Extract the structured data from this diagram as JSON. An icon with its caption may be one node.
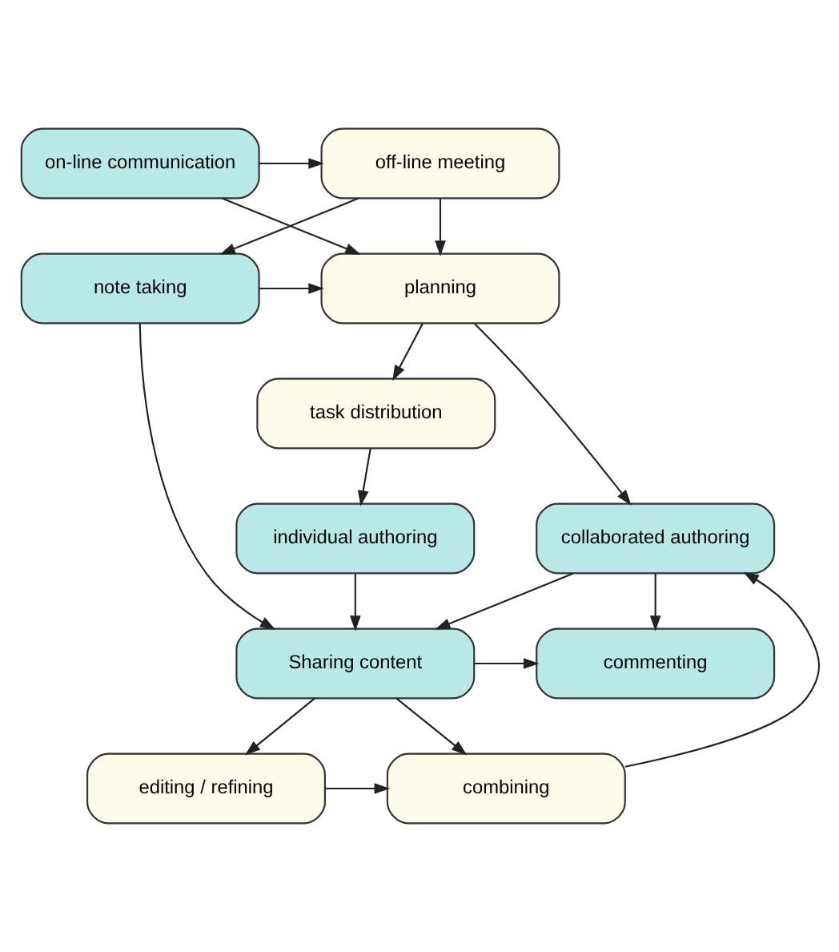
{
  "diagram": {
    "nodes": [
      {
        "text": [
          "off-line meeting"
        ]
      },
      {
        "text": [
          "on-line communication"
        ]
      },
      {
        "text": [
          "note taking"
        ]
      },
      {
        "text": [
          "planning"
        ]
      },
      {
        "text": [
          "task distribution"
        ]
      },
      {
        "text": [
          "collaborated authoring"
        ]
      },
      {
        "text": [
          "individual authoring"
        ]
      },
      {
        "text": [
          "Sharing content"
        ]
      },
      {
        "text": [
          "commenting"
        ]
      },
      {
        "text": [
          "editing / refining"
        ]
      },
      {
        "text": [
          "combining"
        ]
      }
    ],
    "edges": [
      {
        "from": 1,
        "to": 0,
        "arrow": "to"
      },
      {
        "from": 0,
        "to": 2,
        "arrow": "to"
      },
      {
        "from": 0,
        "to": 3,
        "arrow": "to"
      },
      {
        "from": 1,
        "to": 3,
        "arrow": "to"
      },
      {
        "from": 2,
        "to": 3,
        "arrow": "to"
      },
      {
        "from": 2,
        "to": 7,
        "arrow": "to"
      },
      {
        "from": 3,
        "to": 4,
        "arrow": "to"
      },
      {
        "from": 3,
        "to": 5,
        "arrow": "to"
      },
      {
        "from": 4,
        "to": 6,
        "arrow": "to"
      },
      {
        "from": 6,
        "to": 7,
        "arrow": "to"
      },
      {
        "from": 5,
        "to": 7,
        "arrow": "to"
      },
      {
        "from": 5,
        "to": 8,
        "arrow": "to"
      },
      {
        "from": 7,
        "to": 8,
        "arrow": "to"
      },
      {
        "from": 7,
        "to": 9,
        "arrow": "to"
      },
      {
        "from": 7,
        "to": 10,
        "arrow": "to"
      },
      {
        "from": 9,
        "to": 10,
        "arrow": "to"
      },
      {
        "from": 10,
        "to": 5,
        "arrow": "to"
      }
    ]
  }
}
